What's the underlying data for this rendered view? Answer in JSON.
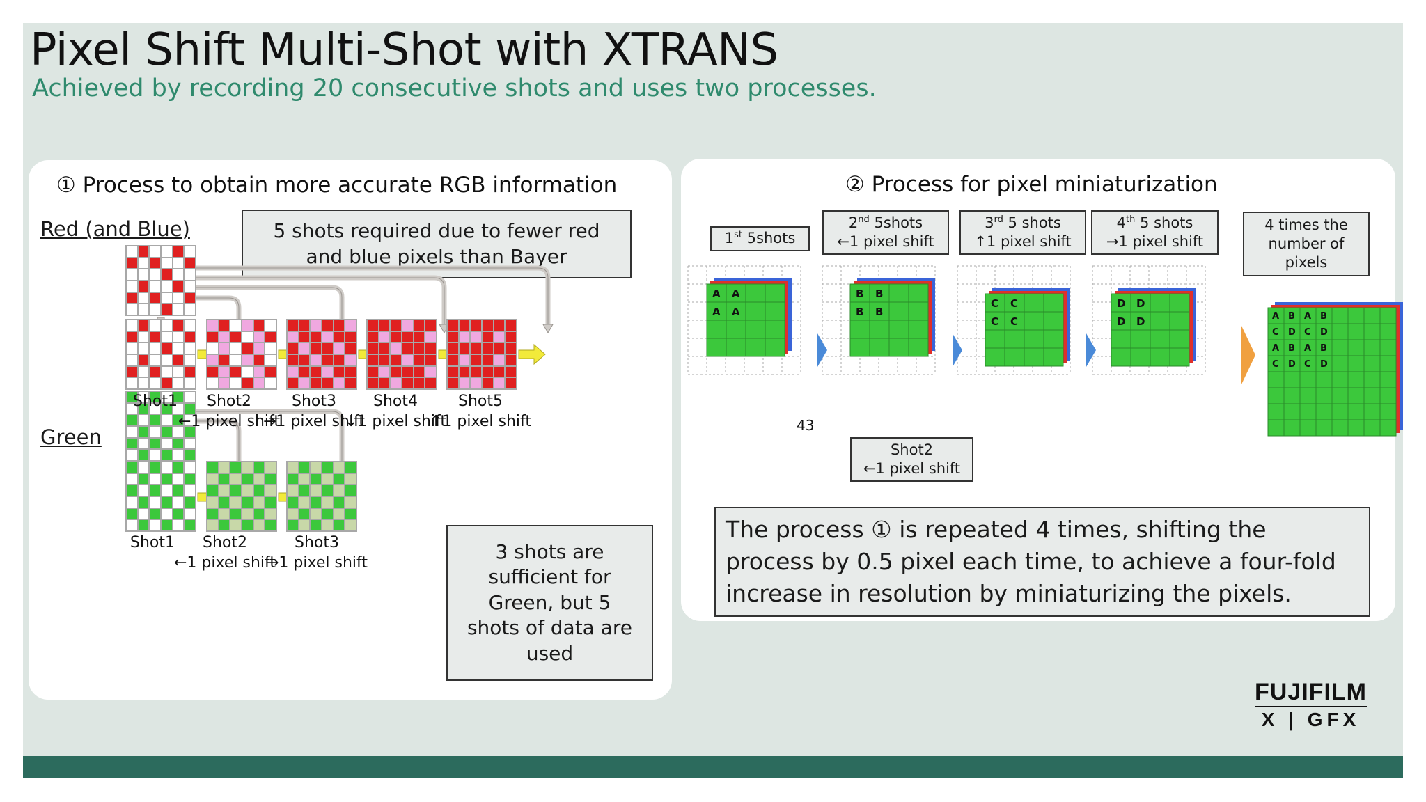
{
  "title": "Pixel Shift Multi-Shot with XTRANS",
  "subtitle": "Achieved by recording 20 consecutive shots and uses two processes.",
  "panel1": {
    "heading": "① Process to obtain more accurate RGB information",
    "red_label": "Red (and Blue)",
    "green_label": "Green",
    "red_note": "5 shots required due to fewer red and blue pixels than Bayer",
    "green_note": "3 shots are sufficient for Green, but 5 shots of data are used",
    "red_shots": [
      {
        "name": "Shot1",
        "shift": ""
      },
      {
        "name": "Shot2",
        "shift": "←1 pixel shift"
      },
      {
        "name": "Shot3",
        "shift": "→1 pixel shift"
      },
      {
        "name": "Shot4",
        "shift": "↓1 pixel shift"
      },
      {
        "name": "Shot5",
        "shift": "↑1 pixel shift"
      }
    ],
    "green_shots": [
      {
        "name": "Shot1",
        "shift": ""
      },
      {
        "name": "Shot2",
        "shift": "←1 pixel shift"
      },
      {
        "name": "Shot3",
        "shift": "→1 pixel shift"
      }
    ]
  },
  "panel2": {
    "heading": "② Process for pixel miniaturization",
    "steps": [
      {
        "ordinal": "1",
        "sup": "st",
        "text": "5shots",
        "shift": "",
        "letter": "A"
      },
      {
        "ordinal": "2",
        "sup": "nd",
        "text": "5shots",
        "shift": "←1 pixel shift",
        "letter": "B"
      },
      {
        "ordinal": "3",
        "sup": "rd",
        "text": "5 shots",
        "shift": "↑1 pixel shift",
        "letter": "C"
      },
      {
        "ordinal": "4",
        "sup": "th",
        "text": "5 shots",
        "shift": "→1 pixel shift",
        "letter": "D"
      }
    ],
    "corner_number": "43",
    "result_label": "4 times the number of pixels",
    "result_letters": [
      "A",
      "B",
      "A",
      "B",
      "C",
      "D",
      "C",
      "D",
      "A",
      "B",
      "A",
      "B",
      "C",
      "D",
      "C",
      "D"
    ],
    "shot2_title": "Shot2",
    "shot2_shift": "←1 pixel shift",
    "summary": "The process ① is repeated 4 times, shifting the process by 0.5 pixel each time, to achieve a four-fold increase in resolution by miniaturizing the pixels."
  },
  "logo": {
    "brand": "FUJIFILM",
    "line": "X | GFX"
  },
  "colors": {
    "title_green": "#2f8a6d",
    "pixel_red": "#e02020",
    "pixel_pink": "#f0a8e0",
    "pixel_green": "#3cc83c",
    "pixel_lightgreen": "#c8d8a8",
    "arrow_yellow": "#f2ea3a",
    "arrow_blue": "#4a8ad8",
    "arrow_orange": "#f0a040",
    "footer": "#2c6b5d"
  }
}
